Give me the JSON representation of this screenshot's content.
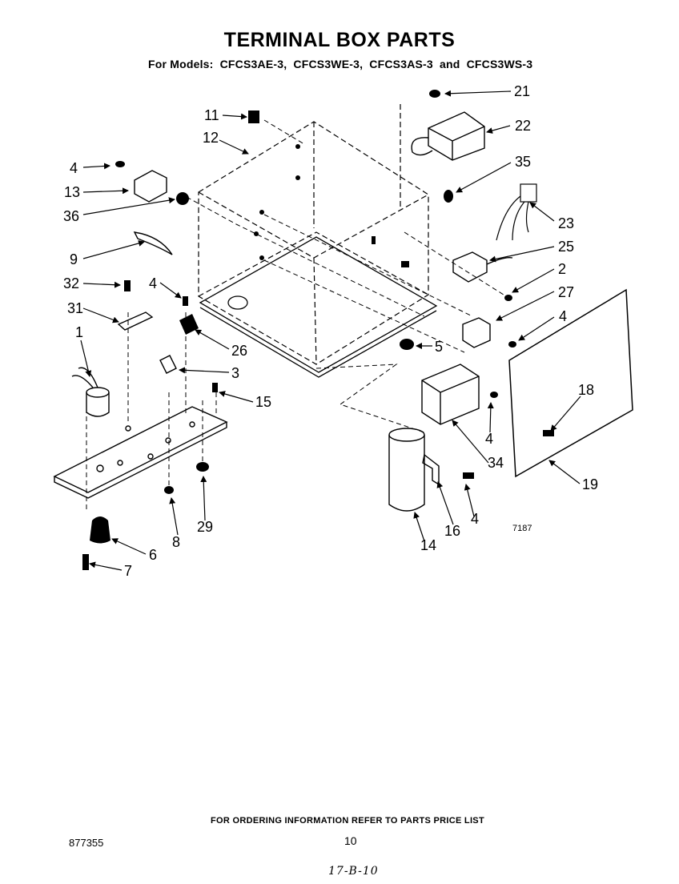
{
  "title": "TERMINAL BOX PARTS",
  "subtitle": {
    "prefix": "For Models:",
    "models": [
      "CFCS3AE-3,",
      "CFCS3WE-3,",
      "CFCS3AS-3",
      "and",
      "CFCS3WS-3"
    ]
  },
  "callouts": [
    {
      "id": "c21",
      "label": "21"
    },
    {
      "id": "c11",
      "label": "11"
    },
    {
      "id": "c22",
      "label": "22"
    },
    {
      "id": "c12",
      "label": "12"
    },
    {
      "id": "c35",
      "label": "35"
    },
    {
      "id": "c4a",
      "label": "4"
    },
    {
      "id": "c13",
      "label": "13"
    },
    {
      "id": "c23",
      "label": "23"
    },
    {
      "id": "c36",
      "label": "36"
    },
    {
      "id": "c25",
      "label": "25"
    },
    {
      "id": "c9",
      "label": "9"
    },
    {
      "id": "c2",
      "label": "2"
    },
    {
      "id": "c32",
      "label": "32"
    },
    {
      "id": "c4b",
      "label": "4"
    },
    {
      "id": "c27",
      "label": "27"
    },
    {
      "id": "c31",
      "label": "31"
    },
    {
      "id": "c4c",
      "label": "4"
    },
    {
      "id": "c1",
      "label": "1"
    },
    {
      "id": "c26",
      "label": "26"
    },
    {
      "id": "c5",
      "label": "5"
    },
    {
      "id": "c3",
      "label": "3"
    },
    {
      "id": "c18",
      "label": "18"
    },
    {
      "id": "c15",
      "label": "15"
    },
    {
      "id": "c4d",
      "label": "4"
    },
    {
      "id": "c34",
      "label": "34"
    },
    {
      "id": "c19",
      "label": "19"
    },
    {
      "id": "c16",
      "label": "16"
    },
    {
      "id": "c4e",
      "label": "4"
    },
    {
      "id": "c8",
      "label": "8"
    },
    {
      "id": "c29",
      "label": "29"
    },
    {
      "id": "c14",
      "label": "14"
    },
    {
      "id": "c6",
      "label": "6"
    },
    {
      "id": "c7",
      "label": "7"
    }
  ],
  "drawing_number": "7187",
  "ordering_info": "FOR ORDERING INFORMATION REFER TO PARTS PRICE LIST",
  "document_number": "877355",
  "page_number": "10",
  "handwritten_note": "17-B-10"
}
